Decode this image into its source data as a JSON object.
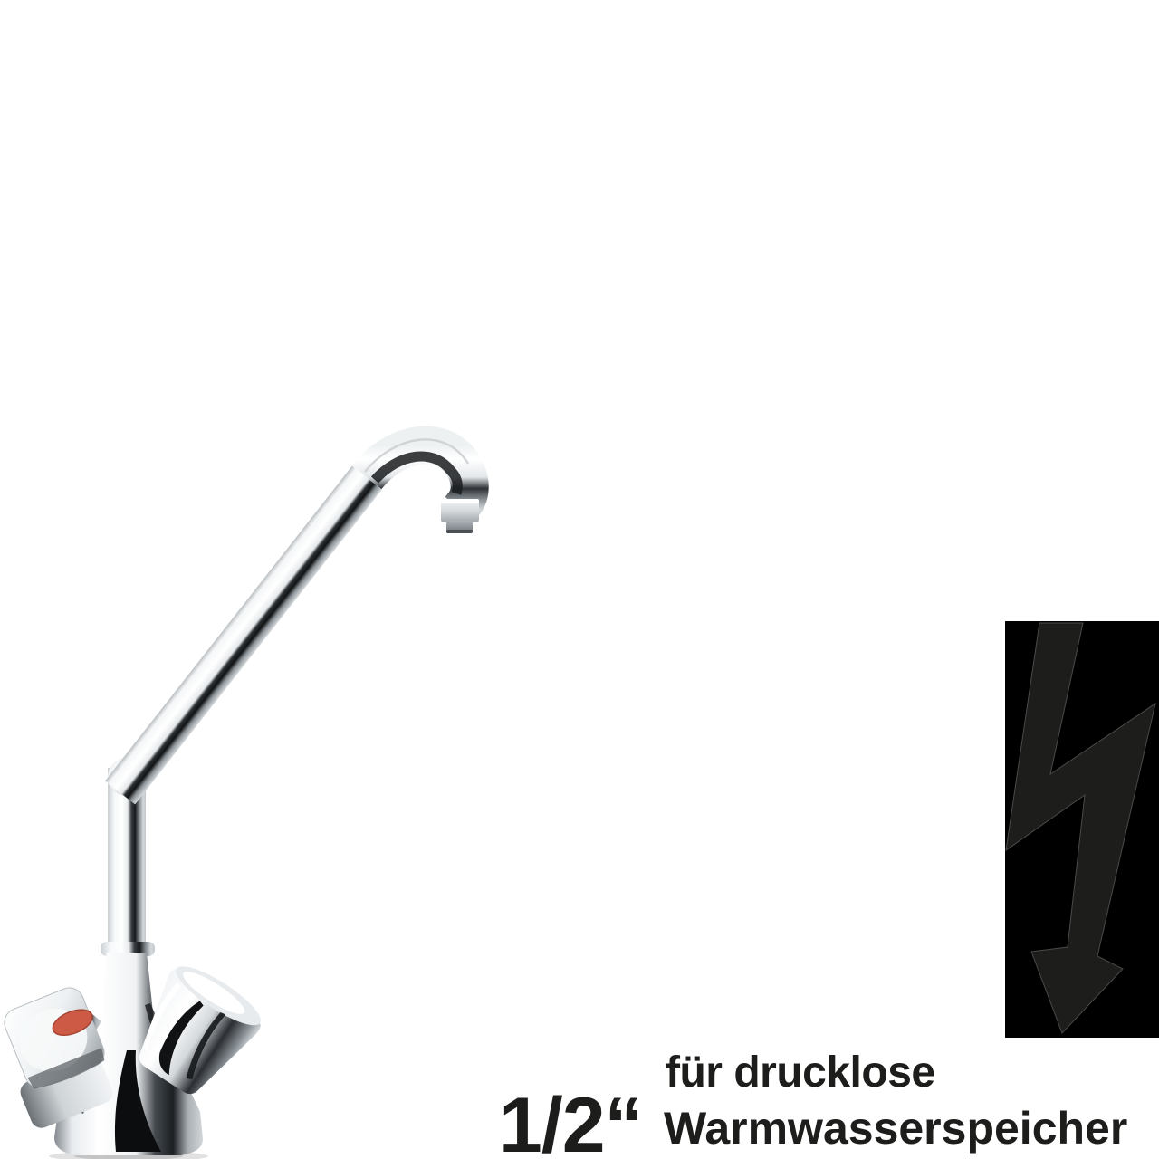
{
  "page": {
    "background_color": "#ffffff"
  },
  "product": {
    "name": "chrome-kitchen-faucet",
    "hot_marker_color": "#cc5a45"
  },
  "warning_badge": {
    "icon": "lightning-arrow-icon",
    "panel_color": "#000000",
    "bolt_color": "#1d1d1b"
  },
  "annotation": {
    "text_color": "#1d1d1b",
    "size_label": "1/2“",
    "line1": "für drucklose",
    "line2": "Warmwasserspeicher"
  }
}
